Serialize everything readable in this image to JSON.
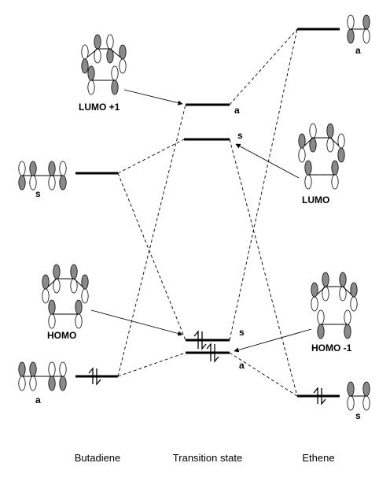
{
  "columns": {
    "left": "Butadiene",
    "middle": "Transition state",
    "right": "Ethene"
  },
  "butadiene": {
    "upper_symmetry": "s",
    "lower_symmetry": "a"
  },
  "ethene": {
    "upper_symmetry": "a",
    "lower_symmetry": "s"
  },
  "transition_state": {
    "level1_symmetry": "a",
    "level2_symmetry": "s",
    "level3_symmetry": "s",
    "level4_symmetry": "a"
  },
  "callouts": {
    "lumo_plus_1": "LUMO +1",
    "lumo": "LUMO",
    "homo": "HOMO",
    "homo_minus_1": "HOMO -1"
  },
  "colors": {
    "shaded_lobe": "#8a8a8a",
    "line": "#000000"
  }
}
